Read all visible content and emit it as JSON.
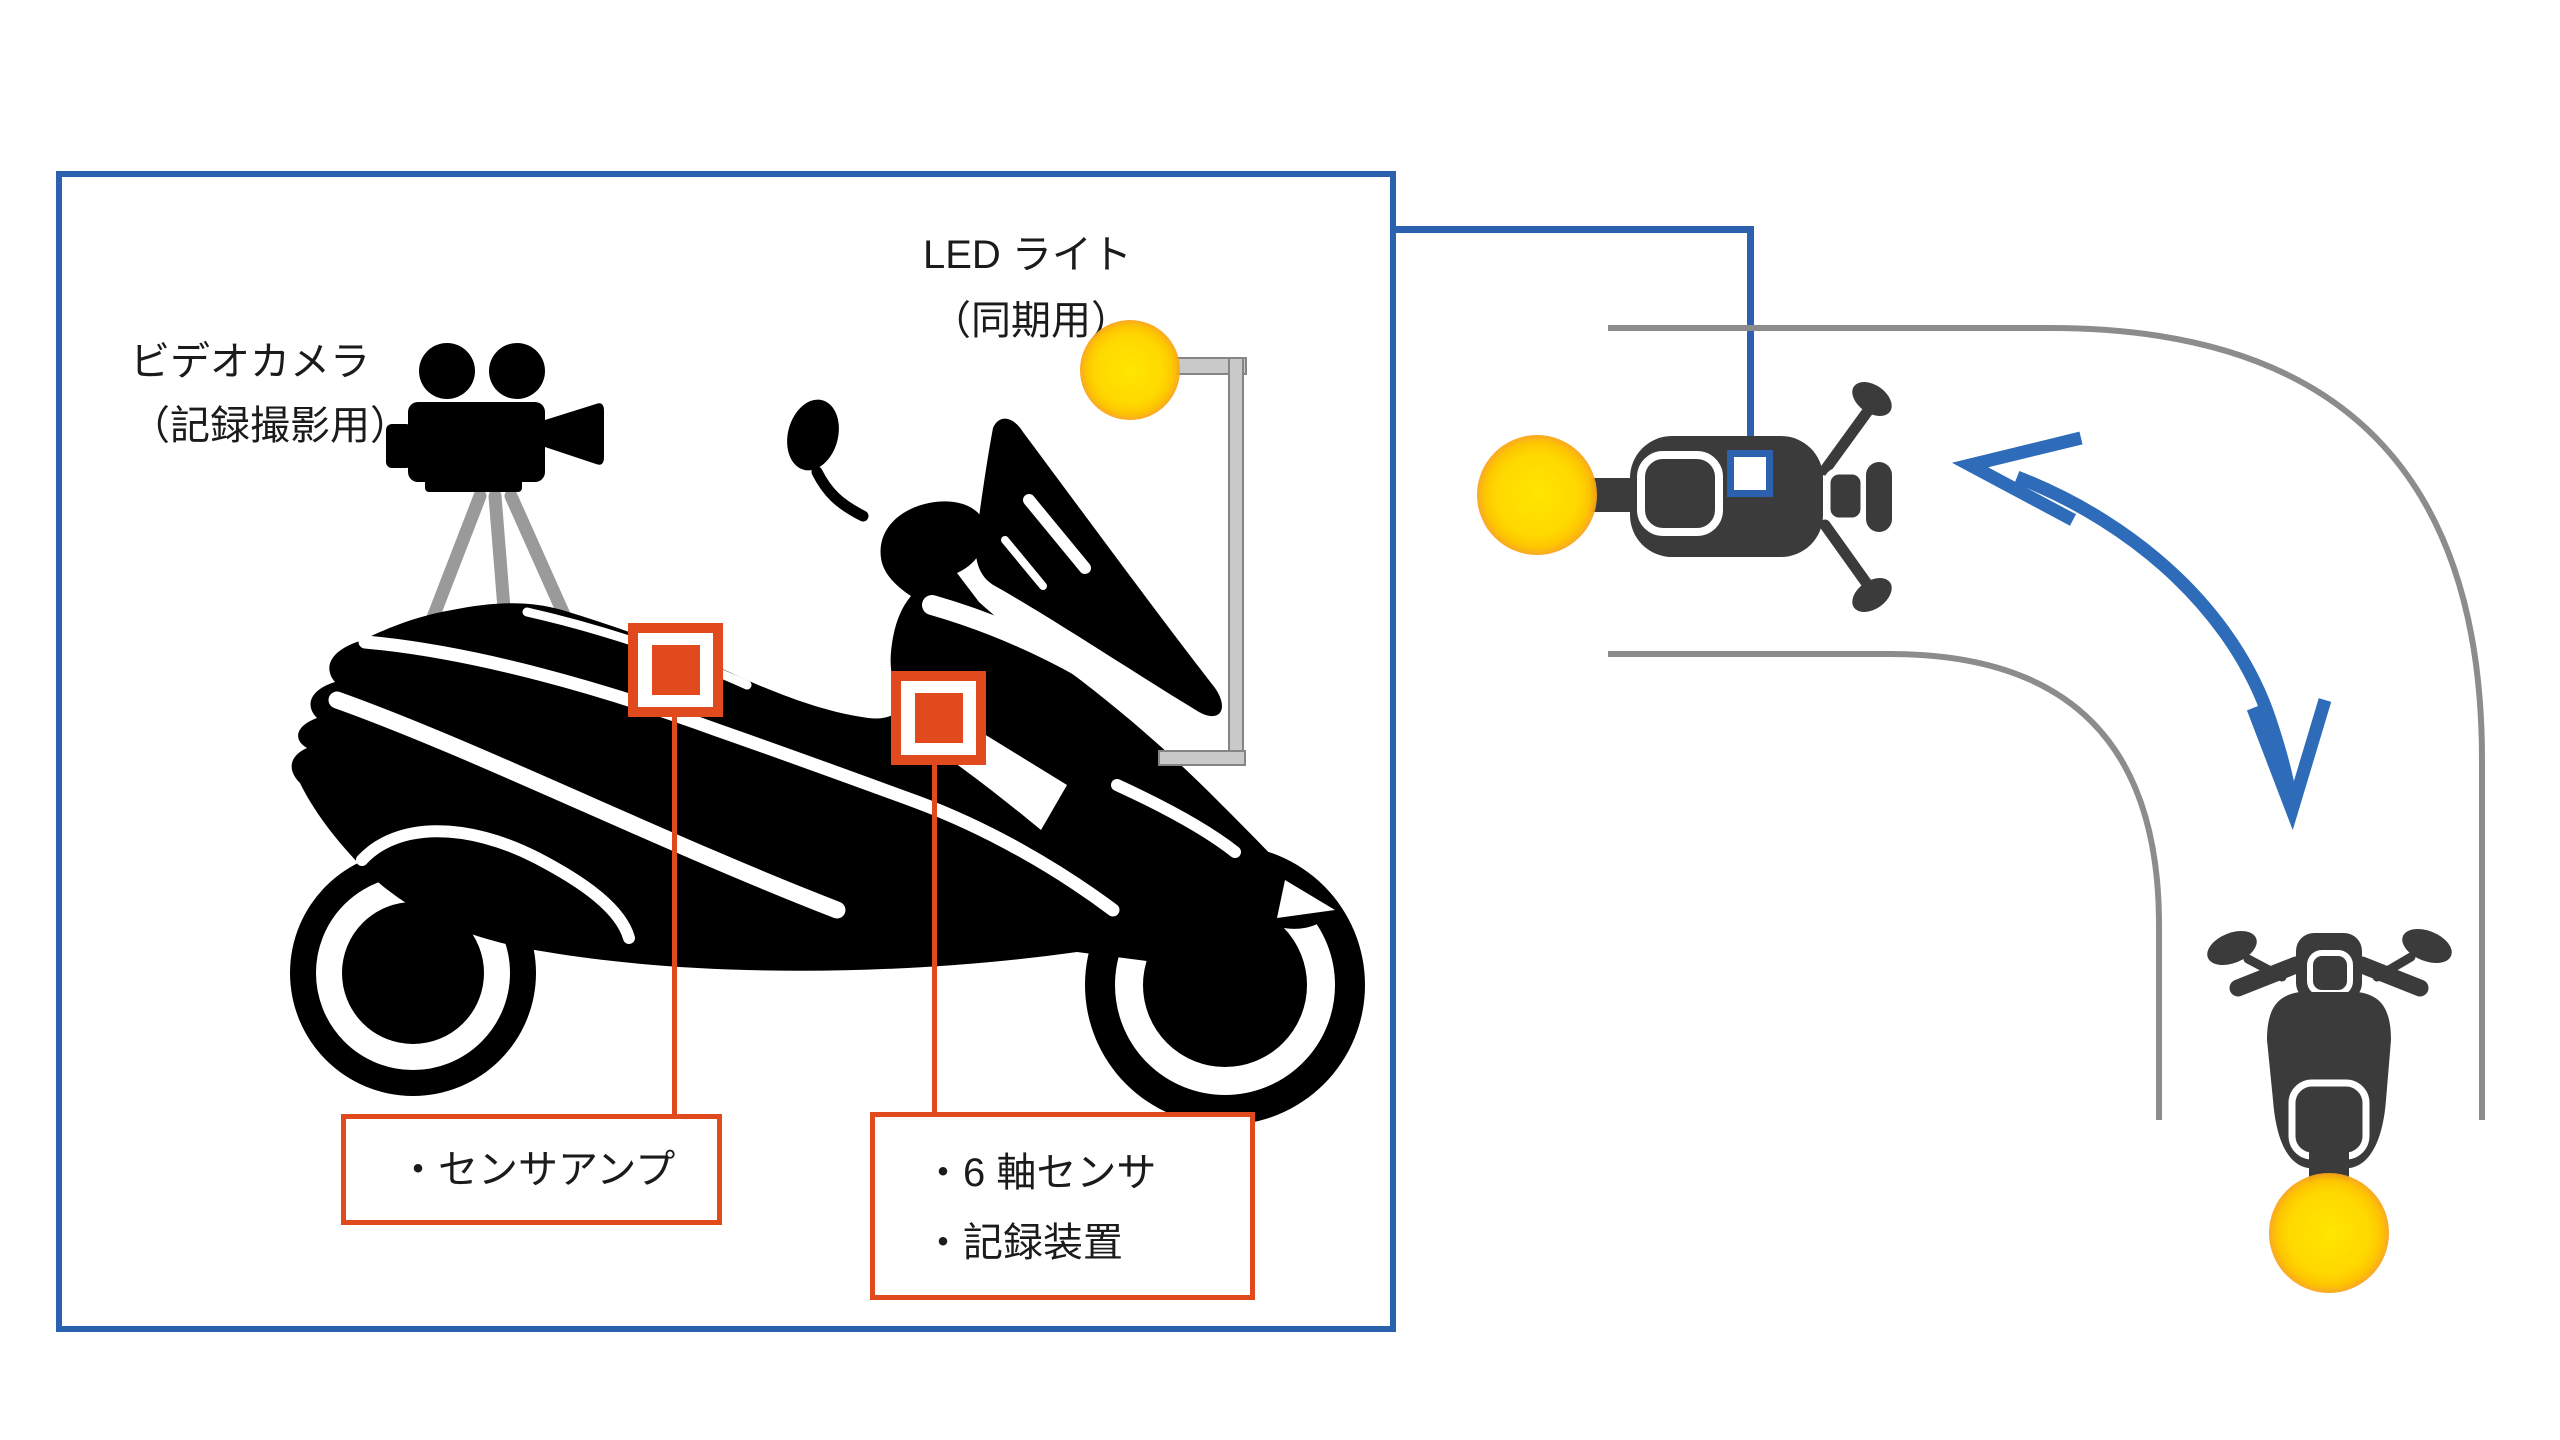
{
  "colors": {
    "blue": "#2B61AE",
    "arrow_blue": "#2E6CBA",
    "orange": "#E14A1D",
    "yellow": "#FFD800",
    "road_gray": "#8C8C8C",
    "equip_gray": "#C9C9C9",
    "equip_gray_border": "#858585",
    "tripod_gray": "#9A9A9A",
    "bike_gray": "#3B3B3B",
    "silhouette_black": "#000000",
    "text": "#1B1B1B",
    "background": "#FFFFFF"
  },
  "apparatus_panel": {
    "camera_label": {
      "line1": "ビデオカメラ",
      "line2": "（記録撮影用）"
    },
    "led_label": {
      "line1": "LED ライト",
      "line2": "（同期用）"
    },
    "sensor_amp_box": {
      "line1": "・センサアンプ"
    },
    "sensor_recorder_box": {
      "line1": "・6 軸センサ",
      "line2": "・記録装置"
    }
  },
  "icons": {
    "video_camera": "video-camera-icon",
    "tripod": "tripod-icon",
    "scooter_side": "scooter-side-silhouette",
    "led_light": "led-light",
    "led_pole": "led-mount-pole",
    "sensor_marker": "sensor-marker",
    "sync_marker": "sync-marker",
    "motorcycle_top": "motorcycle-top-view",
    "motorcycle_front": "motorcycle-front-view",
    "turn_arrow": "turn-path-arrow",
    "road": "curved-road"
  }
}
